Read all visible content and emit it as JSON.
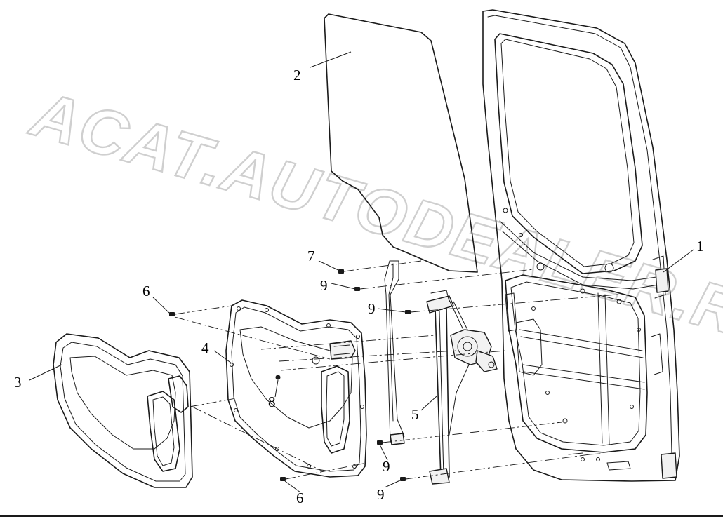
{
  "figure": {
    "watermark_lines": [
      "ACAT.AUTODEALER.RU"
    ],
    "callouts": [
      {
        "id": "c1",
        "label": "1"
      },
      {
        "id": "c2",
        "label": "2"
      },
      {
        "id": "c3",
        "label": "3"
      },
      {
        "id": "c4",
        "label": "4"
      },
      {
        "id": "c5",
        "label": "5"
      },
      {
        "id": "c6a",
        "label": "6"
      },
      {
        "id": "c6b",
        "label": "6"
      },
      {
        "id": "c7",
        "label": "7"
      },
      {
        "id": "c8",
        "label": "8"
      },
      {
        "id": "c9a",
        "label": "9"
      },
      {
        "id": "c9b",
        "label": "9"
      },
      {
        "id": "c9c",
        "label": "9"
      },
      {
        "id": "c9d",
        "label": "9"
      }
    ],
    "colors": {
      "line": "#1a1a1a",
      "watermark": "#cfcfcf",
      "background": "#ffffff"
    }
  }
}
